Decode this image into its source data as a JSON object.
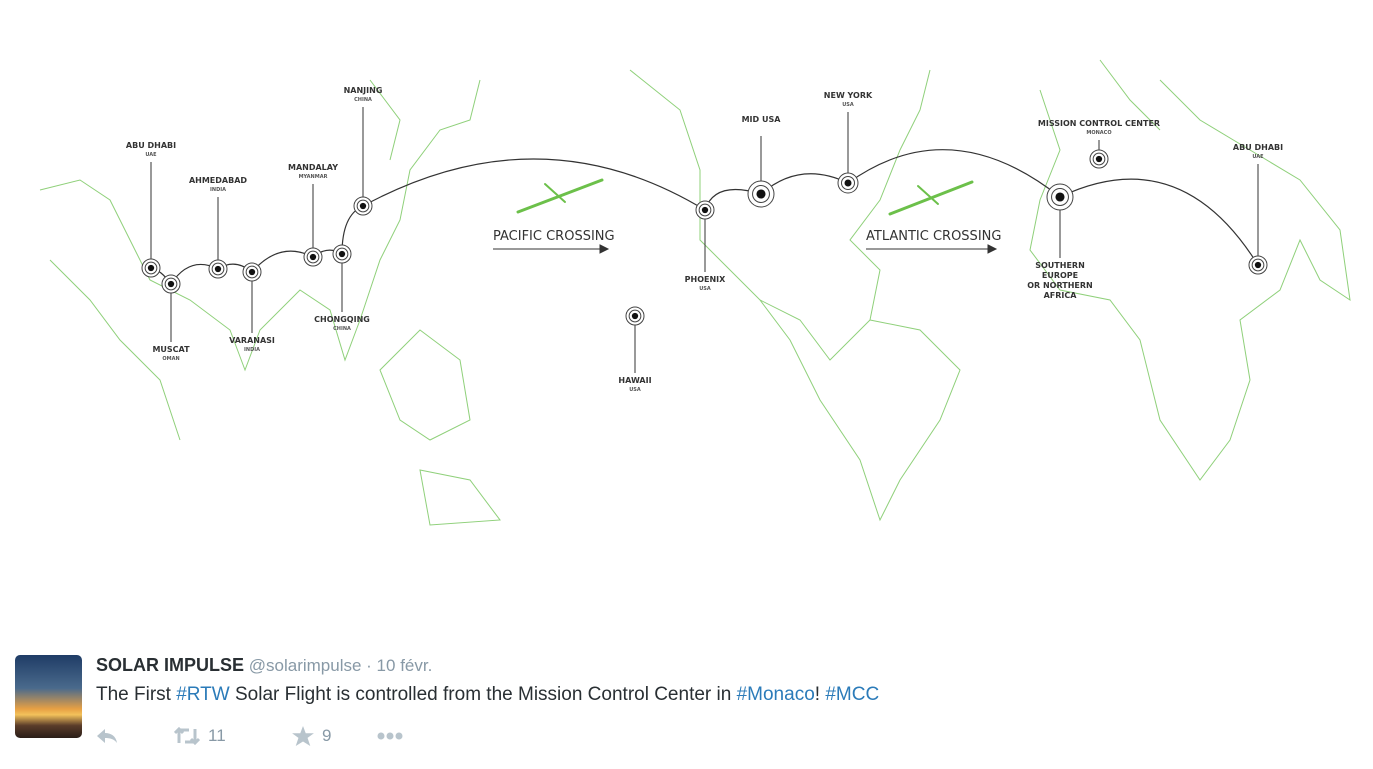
{
  "map": {
    "stops": [
      {
        "name": "ABU DHABI",
        "country": "UAE"
      },
      {
        "name": "MUSCAT",
        "country": "OMAN"
      },
      {
        "name": "AHMEDABAD",
        "country": "INDIA"
      },
      {
        "name": "VARANASI",
        "country": "INDIA"
      },
      {
        "name": "MANDALAY",
        "country": "MYANMAR"
      },
      {
        "name": "CHONGQING",
        "country": "CHINA"
      },
      {
        "name": "NANJING",
        "country": "CHINA"
      },
      {
        "name": "HAWAII",
        "country": "USA"
      },
      {
        "name": "PHOENIX",
        "country": "USA"
      },
      {
        "name": "MID USA",
        "country": ""
      },
      {
        "name": "NEW YORK",
        "country": "USA"
      },
      {
        "name": "SOUTHERN EUROPE OR NORTHERN AFRICA",
        "country": ""
      },
      {
        "name": "MISSION CONTROL CENTER",
        "country": "MONACO"
      },
      {
        "name": "ABU DHABI",
        "country": "UAE"
      }
    ],
    "pacific_label": "PACIFIC CROSSING",
    "atlantic_label": "ATLANTIC CROSSING",
    "land_color": "#8fd07a",
    "plane_color": "#6cc04a"
  },
  "tweet": {
    "author": "SOLAR IMPULSE",
    "handle": "@solarimpulse",
    "date": "· 10 févr.",
    "text_parts": [
      "The First ",
      "#RTW",
      " Solar Flight is controlled from the Mission Control Center in ",
      "#Monaco",
      "! ",
      "#MCC"
    ],
    "retweets": "11",
    "favorites": "9",
    "link_color": "#2b7bb9"
  }
}
